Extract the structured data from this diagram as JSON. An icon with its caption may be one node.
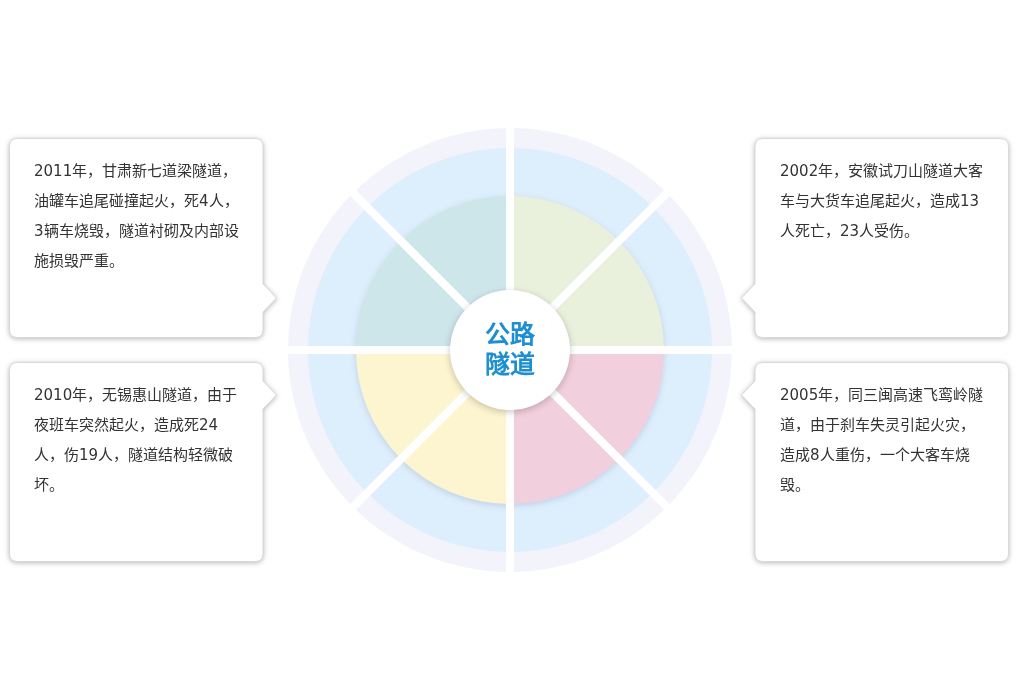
{
  "diagram": {
    "nodes": [
      {
        "text": [
          "2011年，甘肃新七道梁隧道，油罐车追尾碰撞起火，死4人，3辆车烧毁，隧道衬砌及内部设施损毁严重。"
        ]
      },
      {
        "text": [
          "2002年，安徽试刀山隧道大客车与大货车追尾起火，造成13人死亡，23人受伤。"
        ]
      },
      {
        "text": [
          "公路隧道"
        ]
      },
      {
        "text": [
          "2010年，无锡惠山隧道，由于夜班车突然起火，造成死24人，伤19人，隧道结构轻微破坏。"
        ]
      },
      {
        "text": [
          "2005年，同三闽高速飞鸾岭隧道，由于刹车失灵引起火灾，造成8人重伤，一个大客车烧毁。"
        ]
      }
    ]
  }
}
